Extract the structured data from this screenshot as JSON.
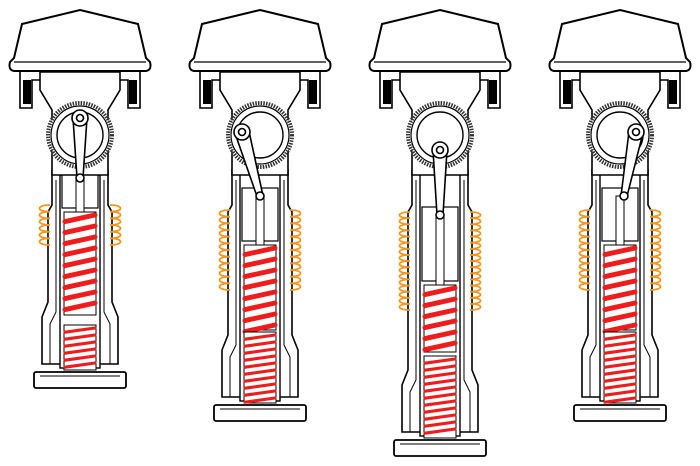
{
  "figure": {
    "description_units": [
      "unit-1",
      "unit-2",
      "unit-3",
      "unit-4"
    ],
    "colors": {
      "outline": "#000000",
      "fill": "#ffffff",
      "spring": "#ee1c1c",
      "bellows": "#f7941d",
      "gear": "#333333"
    }
  }
}
